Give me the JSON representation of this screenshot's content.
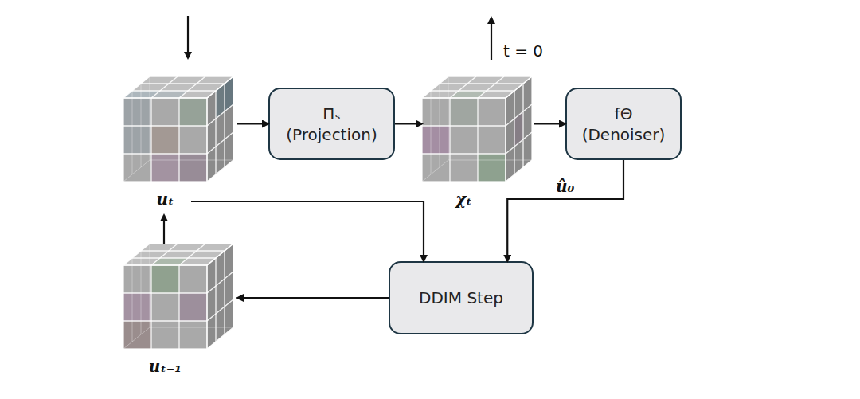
{
  "diagram": {
    "nodes": [
      {
        "text": [
          "uₜ"
        ]
      },
      {
        "text": [
          "Πₛ (Projection)"
        ]
      },
      {
        "text": [
          "χₜ"
        ]
      },
      {
        "text": [
          "fΘ (Denoiser)"
        ]
      },
      {
        "text": [
          "DDIM Step"
        ]
      },
      {
        "text": [
          "uₜ₋₁"
        ]
      }
    ],
    "edges": [
      {
        "from": 0,
        "to": 1,
        "arrow": "to"
      },
      {
        "from": 1,
        "to": 2,
        "arrow": "to"
      },
      {
        "from": 2,
        "to": 3,
        "arrow": "to"
      },
      {
        "from": 3,
        "to": 4,
        "label": "û₀",
        "arrow": "to"
      },
      {
        "from": 0,
        "to": 4,
        "arrow": "to"
      },
      {
        "from": 4,
        "to": 5,
        "arrow": "to"
      },
      {
        "from": 5,
        "to": 0,
        "arrow": "to"
      }
    ],
    "labels": [
      "t = 0"
    ]
  }
}
